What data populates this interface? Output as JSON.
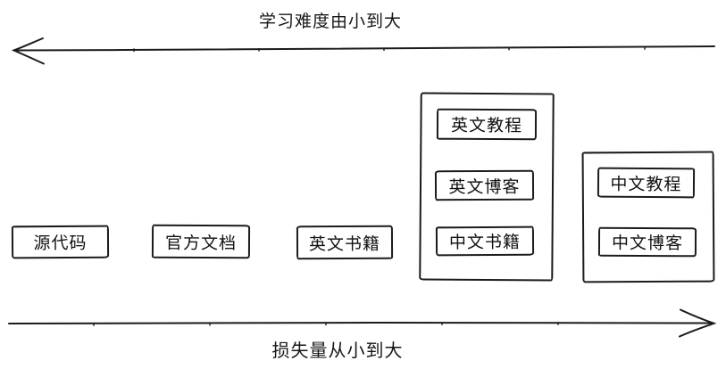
{
  "diagram": {
    "top_arrow_label": "学习难度由小到大",
    "bottom_arrow_label": "损失量从小到大",
    "standalone_boxes": [
      {
        "label": "源代码"
      },
      {
        "label": "官方文档"
      },
      {
        "label": "英文书籍"
      }
    ],
    "group_boxes": [
      {
        "name": "english-and-chinese-books-group",
        "items": [
          {
            "label": "英文教程"
          },
          {
            "label": "英文博客"
          },
          {
            "label": "中文书籍"
          }
        ]
      },
      {
        "name": "chinese-resources-group",
        "items": [
          {
            "label": "中文教程"
          },
          {
            "label": "中文博客"
          }
        ]
      }
    ],
    "colors": {
      "ink": "#1b1b1b",
      "background": "#ffffff"
    }
  }
}
